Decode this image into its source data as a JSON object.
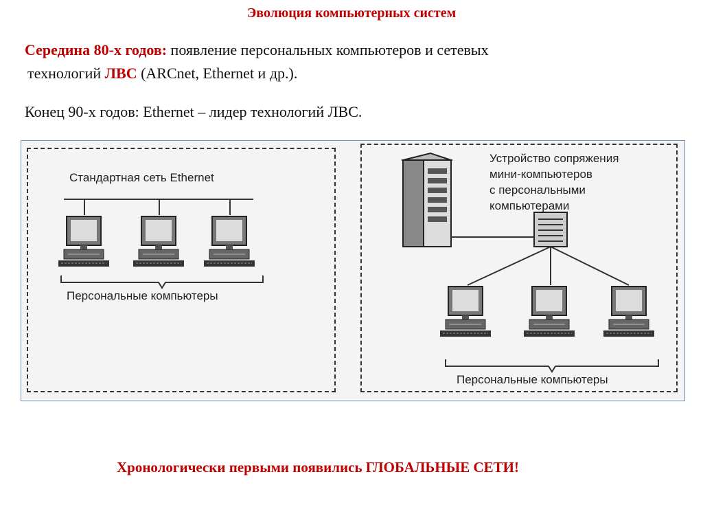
{
  "title": "Эволюция компьютерных систем",
  "mid80": {
    "label": "Середина 80-х годов:",
    "text_a": " появление персональных компьютеров и сетевых",
    "text_b_start": "технологий ",
    "lan": "ЛВС",
    "text_b_end": " (ARCnet, Ethernet и др.)."
  },
  "end90": "Конец 90-х годов: Ethernet – лидер технологий ЛВС.",
  "figure": {
    "left_panel": {
      "network_label": "Стандартная сеть Ethernet",
      "pcs_label": "Персональные компьютеры"
    },
    "right_panel": {
      "device_label_lines": [
        "Устройство сопряжения",
        "мини-компьютеров",
        "с персональными",
        "компьютерами"
      ],
      "pcs_label": "Персональные компьютеры"
    }
  },
  "bottom_note": "Хронологически первыми появились ГЛОБАЛЬНЫЕ СЕТИ!"
}
